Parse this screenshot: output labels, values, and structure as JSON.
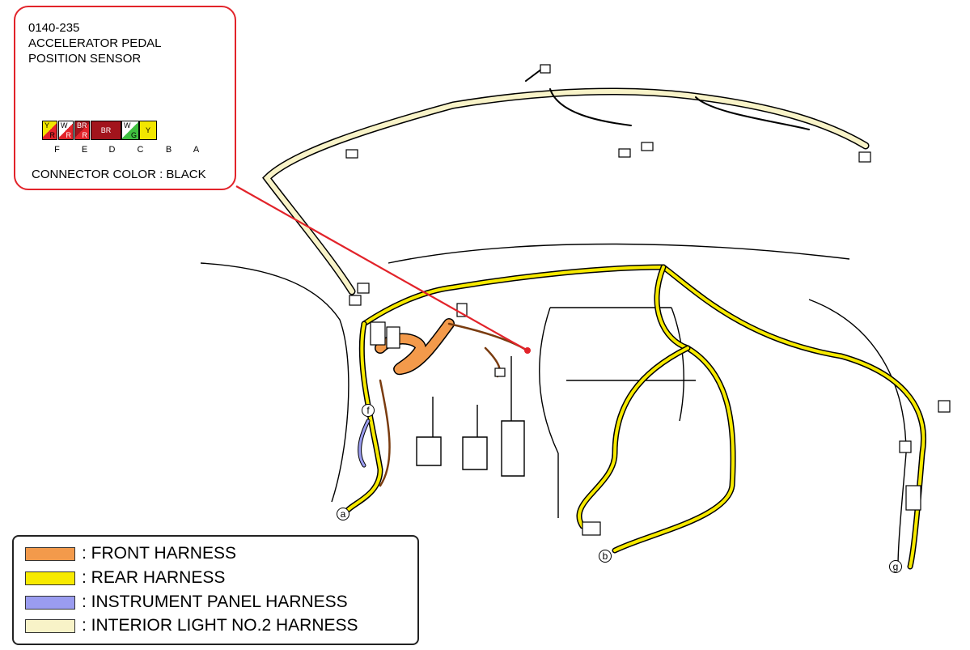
{
  "callout": {
    "code": "0140-235",
    "name": "ACCELERATOR PEDAL POSITION SENSOR",
    "connector_color": "CONNECTOR COLOR : BLACK",
    "pins": [
      {
        "letter": "F",
        "top": "Y",
        "bottom": "R",
        "fill_top": "#f2e600",
        "fill_bottom": "#e2232a"
      },
      {
        "letter": "E",
        "top": "W",
        "bottom": "R",
        "fill_top": "#ffffff",
        "fill_bottom": "#e2232a"
      },
      {
        "letter": "D",
        "top": "BR",
        "bottom": "R",
        "fill_top": "#a2141c",
        "fill_bottom": "#e2232a"
      },
      {
        "letter": "C",
        "center": "BR",
        "fill": "#a2141c"
      },
      {
        "letter": "B",
        "top": "W",
        "bottom": "G",
        "fill_top": "#ffffff",
        "fill_bottom": "#3fbf3f"
      },
      {
        "letter": "A",
        "center": "Y",
        "fill": "#f2e600"
      }
    ]
  },
  "legend": {
    "items": [
      {
        "label": ": FRONT HARNESS",
        "color": "#f39a4b"
      },
      {
        "label": ": REAR HARNESS",
        "color": "#f7ea00"
      },
      {
        "label": ": INSTRUMENT PANEL HARNESS",
        "color": "#9a9cf0"
      },
      {
        "label": ": INTERIOR LIGHT NO.2 HARNESS",
        "color": "#f8f3c8"
      }
    ]
  },
  "markers": {
    "a": "a",
    "b": "b",
    "f": "f",
    "g": "g"
  },
  "colors": {
    "leader_line": "#e2232a",
    "connector_dot": "#e2232a"
  }
}
